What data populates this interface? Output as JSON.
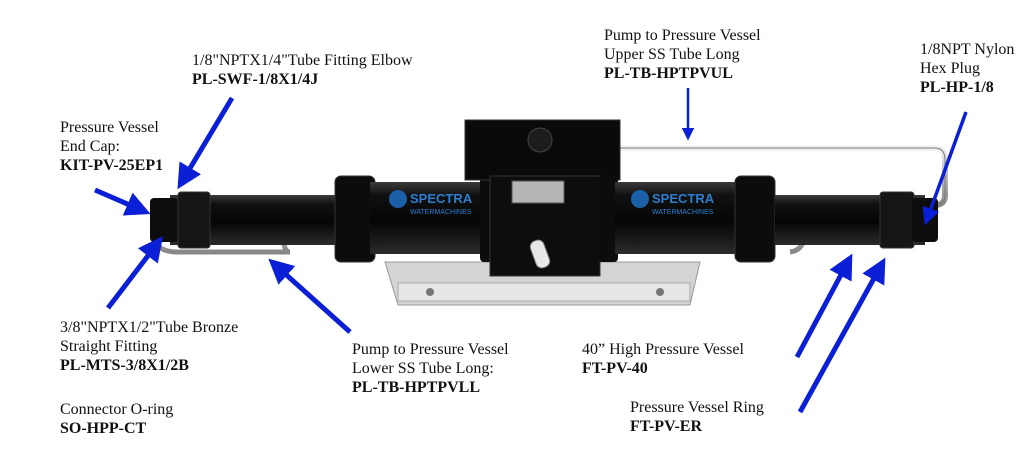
{
  "accent_arrow_color": "#0a1fd6",
  "labels": {
    "end_cap": {
      "line1": "Pressure Vessel",
      "line2": "End Cap:",
      "part": "KIT-PV-25EP1"
    },
    "elbow": {
      "line1": "1/8\"NPTX1/4\"Tube Fitting Elbow",
      "part": "PL-SWF-1/8X1/4J"
    },
    "upper_tube": {
      "line1": "Pump to Pressure Vessel",
      "line2": "Upper SS Tube Long",
      "part": "PL-TB-HPTPVUL"
    },
    "hex_plug": {
      "line1": "1/8NPT Nylon",
      "line2": "Hex Plug",
      "part": "PL-HP-1/8"
    },
    "bronze": {
      "line1": "3/8\"NPTX1/2\"Tube Bronze",
      "line2": "Straight Fitting",
      "part": "PL-MTS-3/8X1/2B"
    },
    "lower_tube": {
      "line1": "Pump to Pressure Vessel",
      "line2": "Lower SS Tube Long:",
      "part": "PL-TB-HPTPVLL"
    },
    "hp_vessel": {
      "line1": "40” High Pressure Vessel",
      "part": "FT-PV-40"
    },
    "oring": {
      "line1": "Connector O-ring",
      "part": "SO-HPP-CT"
    },
    "pv_ring": {
      "line1": "Pressure Vessel Ring",
      "part": "FT-PV-ER"
    }
  },
  "branding": {
    "left_logo": "SPECTRA",
    "left_sub": "WATERMACHINES",
    "right_logo": "SPECTRA",
    "right_sub": "WATERMACHINES"
  }
}
